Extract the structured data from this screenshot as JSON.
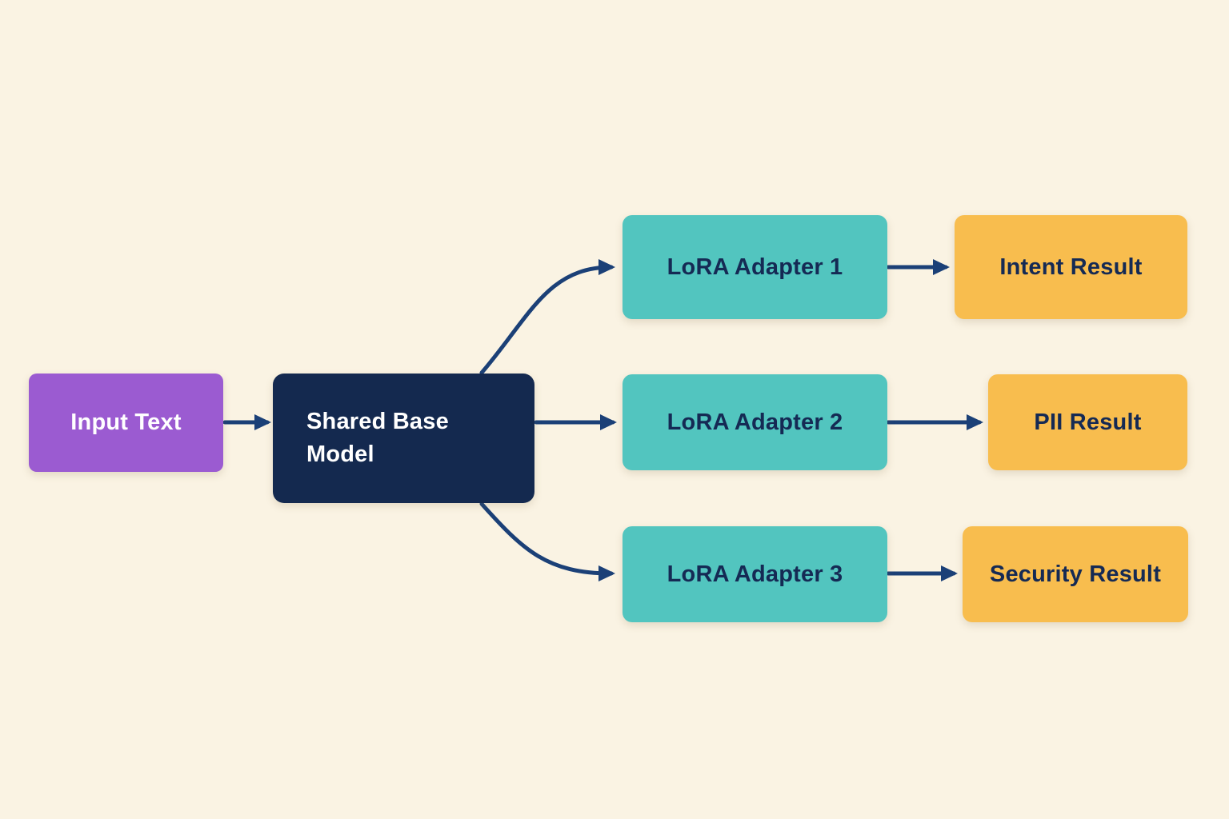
{
  "diagram": {
    "type": "flowchart",
    "description": "Shared base model fanning out to three LoRA adapters, each producing a task-specific result",
    "colors": {
      "background": "#faf3e3",
      "arrow": "#1b4077",
      "input_node_fill": "#9b5bd1",
      "base_node_fill": "#14294f",
      "adapter_node_fill": "#52c5bf",
      "result_node_fill": "#f8bd4e",
      "light_text": "#ffffff",
      "dark_text": "#152a54"
    },
    "nodes": {
      "input": {
        "label": "Input Text"
      },
      "base": {
        "label": "Shared Base Model"
      },
      "adapter1": {
        "label": "LoRA Adapter 1"
      },
      "adapter2": {
        "label": "LoRA Adapter 2"
      },
      "adapter3": {
        "label": "LoRA Adapter 3"
      },
      "result1": {
        "label": "Intent Result"
      },
      "result2": {
        "label": "PII Result"
      },
      "result3": {
        "label": "Security Result"
      }
    },
    "edges": [
      {
        "from": "input",
        "to": "base"
      },
      {
        "from": "base",
        "to": "adapter1"
      },
      {
        "from": "base",
        "to": "adapter2"
      },
      {
        "from": "base",
        "to": "adapter3"
      },
      {
        "from": "adapter1",
        "to": "result1"
      },
      {
        "from": "adapter2",
        "to": "result2"
      },
      {
        "from": "adapter3",
        "to": "result3"
      }
    ]
  }
}
